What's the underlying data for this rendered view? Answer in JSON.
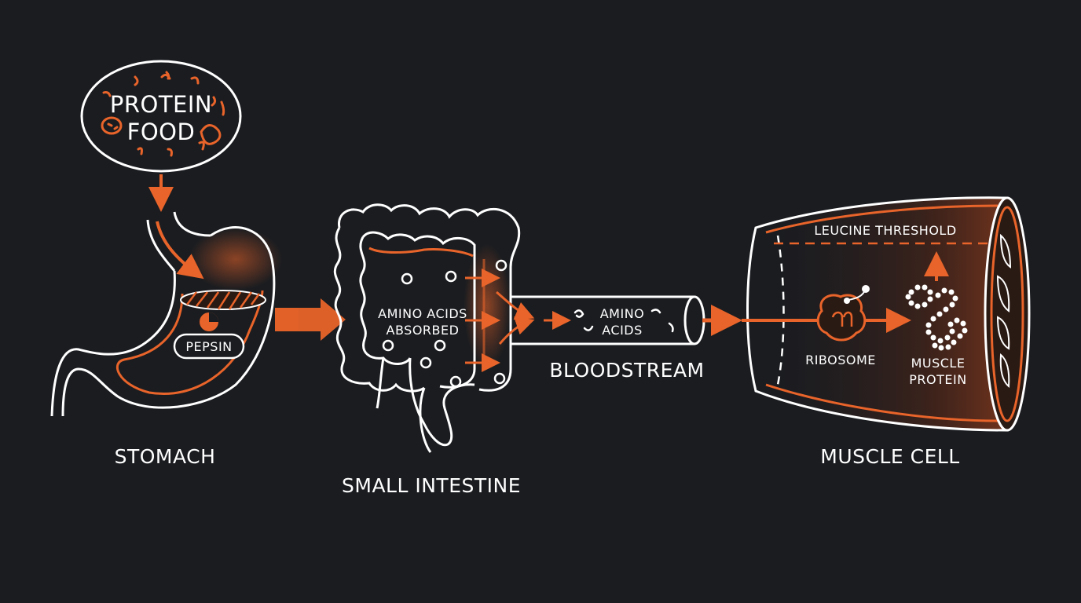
{
  "colors": {
    "background": "#1a1c20",
    "line": "#ffffff",
    "accent": "#e8642a"
  },
  "food": {
    "line1": "PROTEIN",
    "line2": "FOOD"
  },
  "stomach": {
    "enzyme": "PEPSIN",
    "label": "STOMACH"
  },
  "intestine": {
    "inner_line1": "AMINO ACIDS",
    "inner_line2": "ABSORBED",
    "label": "SMALL INTESTINE"
  },
  "bloodstream": {
    "inner_line1": "AMINO",
    "inner_line2": "ACIDS",
    "label": "BLOODSTREAM"
  },
  "muscle": {
    "threshold": "LEUCINE THRESHOLD",
    "ribosome": "RIBOSOME",
    "protein_line1": "MUSCLE",
    "protein_line2": "PROTEIN",
    "label": "MUSCLE CELL"
  }
}
